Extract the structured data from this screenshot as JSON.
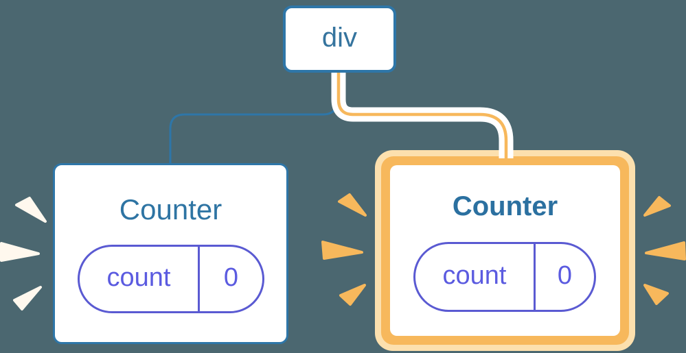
{
  "diagram": {
    "description": "React component tree: a div parent with two Counter children; the right Counter is highlighted as re-rendered with preserved state",
    "root_node": {
      "label": "div"
    },
    "children": [
      {
        "title": "Counter",
        "state": {
          "key": "count",
          "value": "0"
        },
        "highlighted": false,
        "sparkle_color": "white"
      },
      {
        "title": "Counter",
        "state": {
          "key": "count",
          "value": "0"
        },
        "highlighted": true,
        "sparkle_color": "orange"
      }
    ],
    "colors": {
      "background": "#4B6770",
      "node_border_blue": "#2E76A8",
      "node_text_blue": "#35749E",
      "edge_blue": "#2E76A8",
      "edge_orange": "#F7B85C",
      "highlight_glow_light_orange": "#FCE0AE",
      "highlight_border_orange": "#F7B85C",
      "pill_purple": "#5A5AD2",
      "pill_text_purple": "#5B5BE0",
      "sparkle_white": "#FFF8EE",
      "sparkle_orange": "#F7B85C",
      "edge_casing_white": "#FFFFFF"
    }
  }
}
